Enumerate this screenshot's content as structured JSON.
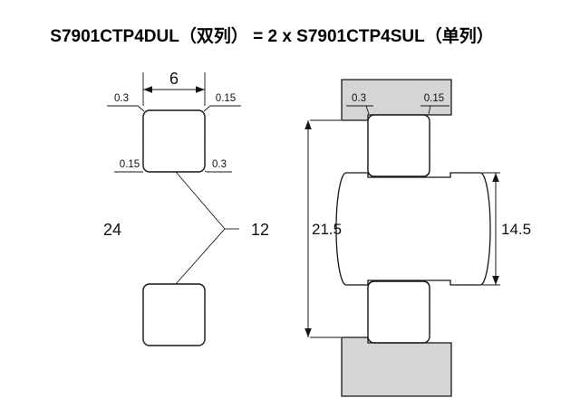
{
  "title": "S7901CTP4DUL（双列） = 2 x S7901CTP4SUL（单列）",
  "left_view": {
    "width": "6",
    "outer_diameter": "24",
    "bore_diameter": "12",
    "chamfer_top_left": "0.3",
    "chamfer_top_right": "0.15",
    "chamfer_bore_left": "0.15",
    "chamfer_bore_right": "0.3"
  },
  "right_view": {
    "chamfer_left": "0.3",
    "chamfer_right": "0.15",
    "housing_shoulder_diameter": "21.5",
    "shaft_shoulder_diameter": "14.5"
  },
  "colors": {
    "ring_fill": "#dd5a2d",
    "housing_fill": "#d5d5d5",
    "line": "#161616"
  }
}
